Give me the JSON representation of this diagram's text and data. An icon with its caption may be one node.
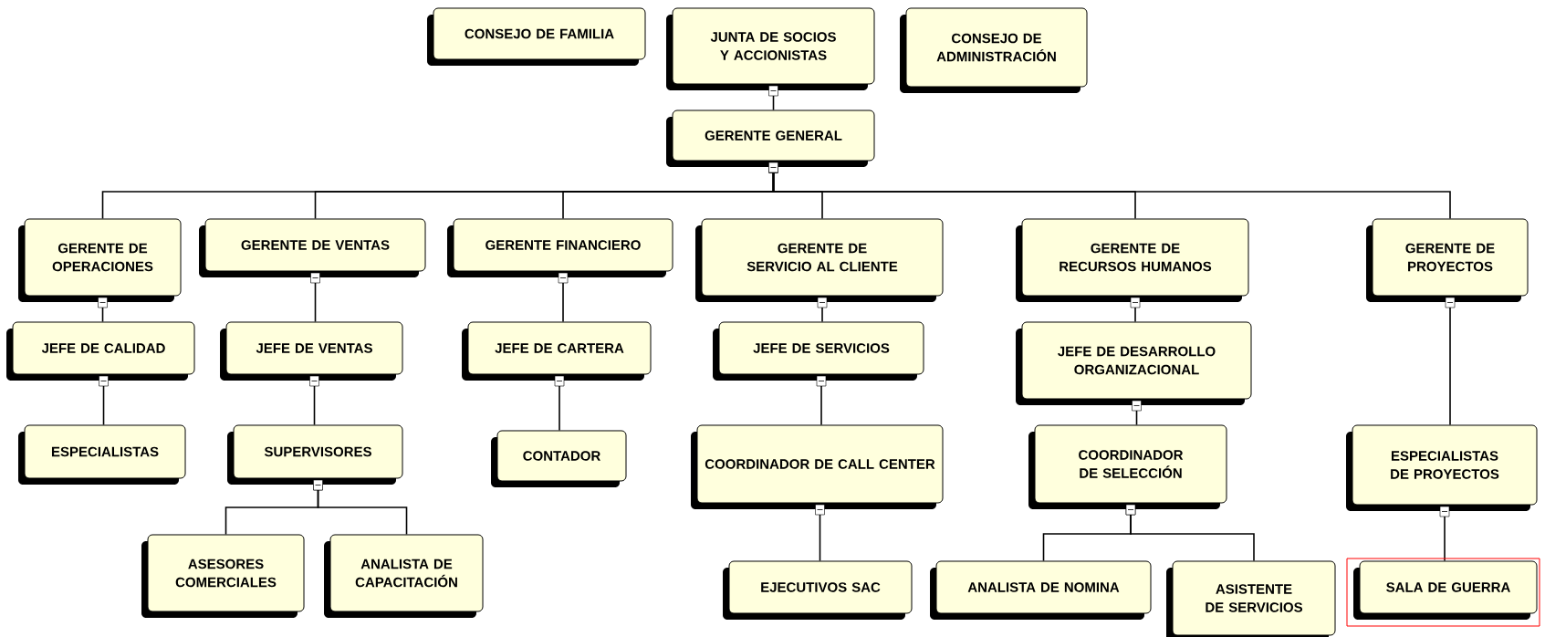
{
  "diagram": {
    "nodes": [
      {
        "text": [
          "CONSEJO DE FAMILIA"
        ]
      },
      {
        "text": [
          "JUNTA DE SOCIOS Y ACCIONISTAS"
        ]
      },
      {
        "text": [
          "CONSEJO DE ADMINISTRACIÓN"
        ]
      },
      {
        "text": [
          "GERENTE GENERAL"
        ]
      },
      {
        "text": [
          "GERENTE DE OPERACIONES"
        ]
      },
      {
        "text": [
          "GERENTE DE VENTAS"
        ]
      },
      {
        "text": [
          "GERENTE FINANCIERO"
        ]
      },
      {
        "text": [
          "GERENTE DE SERVICIO AL CLIENTE"
        ]
      },
      {
        "text": [
          "GERENTE DE RECURSOS HUMANOS"
        ]
      },
      {
        "text": [
          "GERENTE DE PROYECTOS"
        ]
      },
      {
        "text": [
          "JEFE DE CALIDAD"
        ]
      },
      {
        "text": [
          "JEFE DE VENTAS"
        ]
      },
      {
        "text": [
          "JEFE DE CARTERA"
        ]
      },
      {
        "text": [
          "JEFE DE SERVICIOS"
        ]
      },
      {
        "text": [
          "JEFE DE DESARROLLO ORGANIZACIONAL"
        ]
      },
      {
        "text": [
          "ESPECIALISTAS"
        ]
      },
      {
        "text": [
          "SUPERVISORES"
        ]
      },
      {
        "text": [
          "CONTADOR"
        ]
      },
      {
        "text": [
          "COORDINADOR DE CALL CENTER"
        ]
      },
      {
        "text": [
          "COORDINADOR DE SELECCIÓN"
        ]
      },
      {
        "text": [
          "ESPECIALISTAS DE PROYECTOS"
        ]
      },
      {
        "text": [
          "ASESORES COMERCIALES"
        ]
      },
      {
        "text": [
          "ANALISTA DE CAPACITACIÓN"
        ]
      },
      {
        "text": [
          "EJECUTIVOS SAC"
        ]
      },
      {
        "text": [
          "ANALISTA DE NOMINA"
        ]
      },
      {
        "text": [
          "ASISTENTE DE SERVICIOS"
        ]
      },
      {
        "text": [
          "SALA DE GUERRA"
        ]
      }
    ],
    "edges": [
      {
        "from": 1,
        "to": 3,
        "arrow": "other"
      },
      {
        "from": 3,
        "to": 4,
        "arrow": "other"
      },
      {
        "from": 3,
        "to": 5,
        "arrow": "other"
      },
      {
        "from": 3,
        "to": 6,
        "arrow": "other"
      },
      {
        "from": 3,
        "to": 7,
        "arrow": "other"
      },
      {
        "from": 3,
        "to": 8,
        "arrow": "other"
      },
      {
        "from": 3,
        "to": 9,
        "arrow": "other"
      },
      {
        "from": 4,
        "to": 10,
        "arrow": "other"
      },
      {
        "from": 10,
        "to": 15,
        "arrow": "other"
      },
      {
        "from": 5,
        "to": 11,
        "arrow": "other"
      },
      {
        "from": 11,
        "to": 16,
        "arrow": "other"
      },
      {
        "from": 16,
        "to": 21,
        "arrow": "other"
      },
      {
        "from": 16,
        "to": 22,
        "arrow": "other"
      },
      {
        "from": 6,
        "to": 12,
        "arrow": "other"
      },
      {
        "from": 12,
        "to": 17,
        "arrow": "other"
      },
      {
        "from": 7,
        "to": 13,
        "arrow": "other"
      },
      {
        "from": 13,
        "to": 18,
        "arrow": "other"
      },
      {
        "from": 18,
        "to": 23,
        "arrow": "other"
      },
      {
        "from": 8,
        "to": 14,
        "arrow": "other"
      },
      {
        "from": 14,
        "to": 19,
        "arrow": "other"
      },
      {
        "from": 19,
        "to": 24,
        "arrow": "other"
      },
      {
        "from": 19,
        "to": 25,
        "arrow": "other"
      },
      {
        "from": 9,
        "to": 20,
        "arrow": "other"
      },
      {
        "from": 20,
        "to": 26,
        "arrow": "other"
      }
    ]
  }
}
